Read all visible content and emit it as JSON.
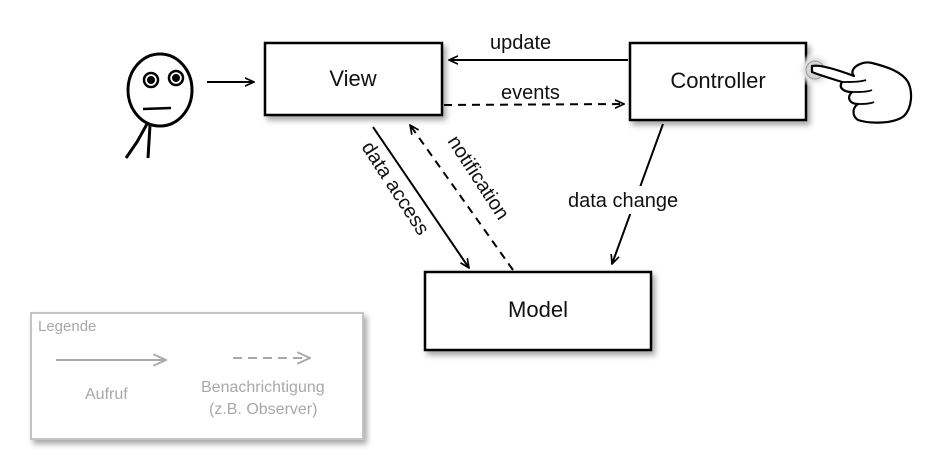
{
  "nodes": {
    "view": "View",
    "controller": "Controller",
    "model": "Model"
  },
  "edges": {
    "update": "update",
    "events": "events",
    "data_access": "data access",
    "notification": "notification",
    "data_change": "data change"
  },
  "legend": {
    "title": "Legende",
    "call": "Aufruf",
    "notify_line1": "Benachrichtigung",
    "notify_line2": "(z.B. Observer)"
  },
  "icons": [
    "user-face-icon",
    "hand-pointer-icon"
  ],
  "colors": {
    "line": "#000000",
    "legend_gray": "#a8a8a8"
  }
}
